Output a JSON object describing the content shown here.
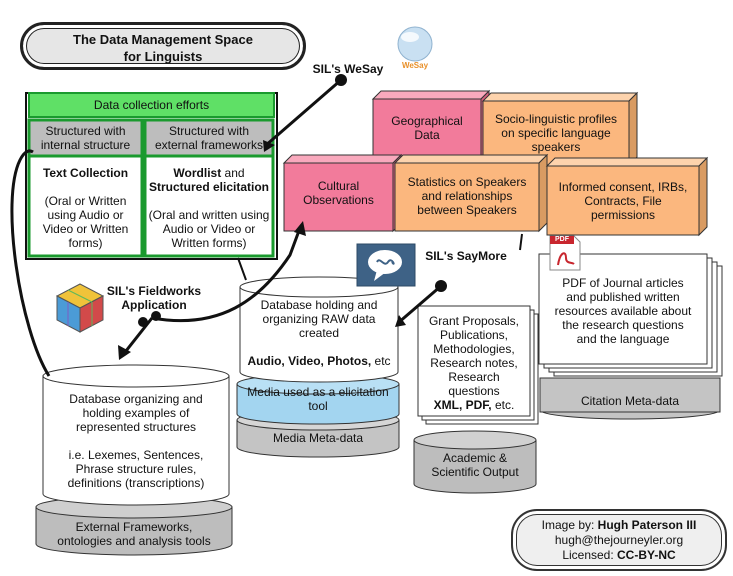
{
  "title": {
    "line1": "The Data Management Space",
    "line2": "for Linguists"
  },
  "logos": {
    "wesay": {
      "label": "SIL's WeSay",
      "logo_text": "WeSay"
    },
    "saymore": {
      "label": "SIL's SayMore"
    },
    "fieldworks": {
      "label_line1": "SIL's Fieldworks",
      "label_line2": "Application"
    }
  },
  "data_collection": {
    "header": "Data collection efforts",
    "col1_header_l1": "Structured with",
    "col1_header_l2": "internal structure",
    "col2_header_l1": "Structured with",
    "col2_header_l2": "external frameworks",
    "col1_title": "Text Collection",
    "col1_body": [
      "(Oral or Written",
      "using Audio or",
      "Video or Written",
      "forms)"
    ],
    "col2_title_l1": "Wordlist",
    "col2_title_l1_suffix": " and",
    "col2_title_l2": "Structured elicitation",
    "col2_body": [
      "(Oral and written using",
      "Audio or Video or",
      "Written forms)"
    ]
  },
  "cubes": {
    "geographical": [
      "Geographical",
      "Data"
    ],
    "sociolinguistic": [
      "Socio-linguistic profiles",
      "on specific language",
      "speakers"
    ],
    "cultural": [
      "Cultural",
      "Observations"
    ],
    "statistics": [
      "Statistics on Speakers",
      "and relationships",
      "between Speakers"
    ],
    "consent": [
      "Informed consent, IRBs,",
      "Contracts, File",
      "permissions"
    ]
  },
  "media_db": {
    "body": [
      "Database holding and",
      "organizing RAW data",
      "created"
    ],
    "bold_line": "Audio, Video, Photos,",
    "bold_suffix": " etc",
    "elicitation": [
      "Media used as a elicitation",
      "tool"
    ],
    "meta": "Media Meta-data"
  },
  "academic": {
    "body": [
      "Grant Proposals,",
      "Publications,",
      "Methodologies,",
      "Research notes,",
      "Research",
      "questions"
    ],
    "bold_line": "XML, PDF,",
    "bold_suffix": " etc.",
    "meta": [
      "Academic &",
      "Scientific Output"
    ]
  },
  "citation": {
    "pdf_icon_text": "PDF",
    "body": [
      "PDF of Journal articles",
      "and published written",
      "resources available about",
      "the research questions",
      "and the language"
    ],
    "meta": "Citation Meta-data"
  },
  "examples_db": {
    "body": [
      "Database organizing and",
      "holding examples of",
      "represented structures"
    ],
    "list": [
      "i.e. Lexemes, Sentences,",
      "Phrase structure rules,",
      "definitions (transcriptions)"
    ],
    "meta": [
      "External Frameworks,",
      "ontologies and analysis tools"
    ]
  },
  "credit": {
    "prefix": "Image by: ",
    "author": "Hugh Paterson III",
    "email": "hugh@thejourneyler.org",
    "license_prefix": "Licensed: ",
    "license": "CC-BY-NC"
  },
  "colors": {
    "green": "#1a9a2e",
    "green_fill": "#5fe066",
    "pink": "#f27b9b",
    "orange": "#fbb77e",
    "gray": "#bdbdbd",
    "blue": "#9fd3ee"
  }
}
